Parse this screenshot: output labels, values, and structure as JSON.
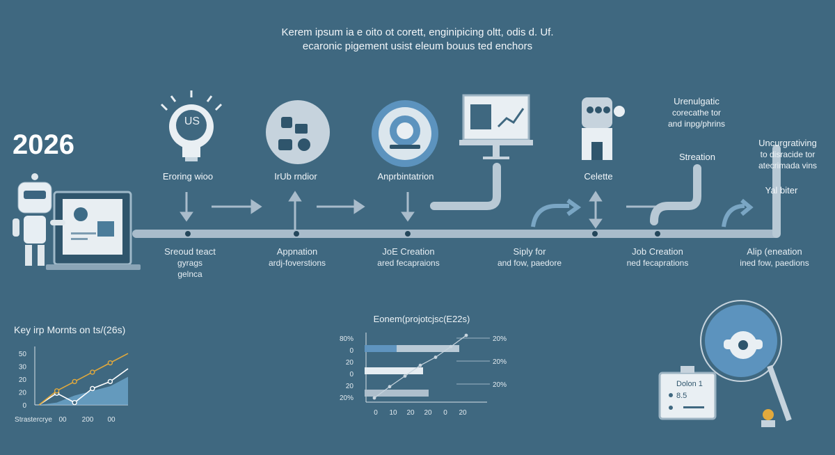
{
  "header": {
    "line1": "Kerem ipsum ia e oito ot corett, enginipicing oltt, odis d. Uf.",
    "line2": "ecaronic pigement usist eleum bouus ted enchors"
  },
  "year": "2026",
  "flow_labels": {
    "erorring": "Eroring wioo",
    "irub": "IrUb rndior",
    "anprb": "Anprbintatrion",
    "celette": "Celette",
    "streation": "Streation",
    "yal": "Yal biter"
  },
  "us_badge": "US",
  "top_notes": {
    "right1": [
      "Urenulgatic",
      "corecathe tor",
      "and inpg/phrins"
    ],
    "right2": [
      "Uncurgrativing",
      "to disracide tor",
      "atecrimada vins"
    ]
  },
  "bottom_notes": {
    "n1": [
      "Sreoud teact",
      "gyrags",
      "gelnca"
    ],
    "n2": [
      "Appnation",
      "ardj-foverstions"
    ],
    "n3": [
      "JoE Creation",
      "ared fecapraions"
    ],
    "n4": [
      "Siply for",
      "and fow, paedore"
    ],
    "n5": [
      "Job Creation",
      "ned fecaprations"
    ],
    "n6": [
      "Alip (eneation",
      "ined fow, paedions"
    ]
  },
  "device_panel": {
    "row1": "Dolon 1",
    "row2": "8.5"
  },
  "chart_data": [
    {
      "type": "line",
      "title": "Key irp Mornts on ts/(26s)",
      "x_tick_labels": [
        "Strastercrye",
        "00",
        "200",
        "00"
      ],
      "y_tick_labels": [
        "50",
        "30",
        "20",
        "20",
        "0"
      ],
      "series": [
        {
          "values": [
            0,
            10,
            2,
            14,
            20,
            31
          ],
          "color": "#ffffff"
        },
        {
          "values": [
            0,
            12,
            20,
            28,
            36,
            44
          ],
          "color": "#e2a93c"
        }
      ],
      "area": {
        "values": [
          0,
          2,
          8,
          12,
          16,
          24
        ],
        "color": "#6ea6cc"
      }
    },
    {
      "type": "bar",
      "title": "Eonem(projotcjsc(E22s)",
      "y_tick_labels": [
        "80%",
        "0",
        "20",
        "0",
        "20",
        "20%"
      ],
      "x_tick_labels": [
        "0",
        "10",
        "20",
        "20",
        "0",
        "20"
      ],
      "right_labels": [
        "20%",
        "20%",
        "20%"
      ],
      "bars": [
        {
          "value": 0.3,
          "color": "#5f94bf"
        },
        {
          "value": 0.45,
          "color": "#b9cad6"
        },
        {
          "value": 0.42,
          "color": "#e6edf2"
        },
        {
          "value": 0.46,
          "color": "#aebfcc"
        }
      ],
      "line": {
        "values": [
          0,
          18,
          35,
          52,
          65,
          82,
          100
        ],
        "color": "#c8d5de"
      }
    }
  ]
}
